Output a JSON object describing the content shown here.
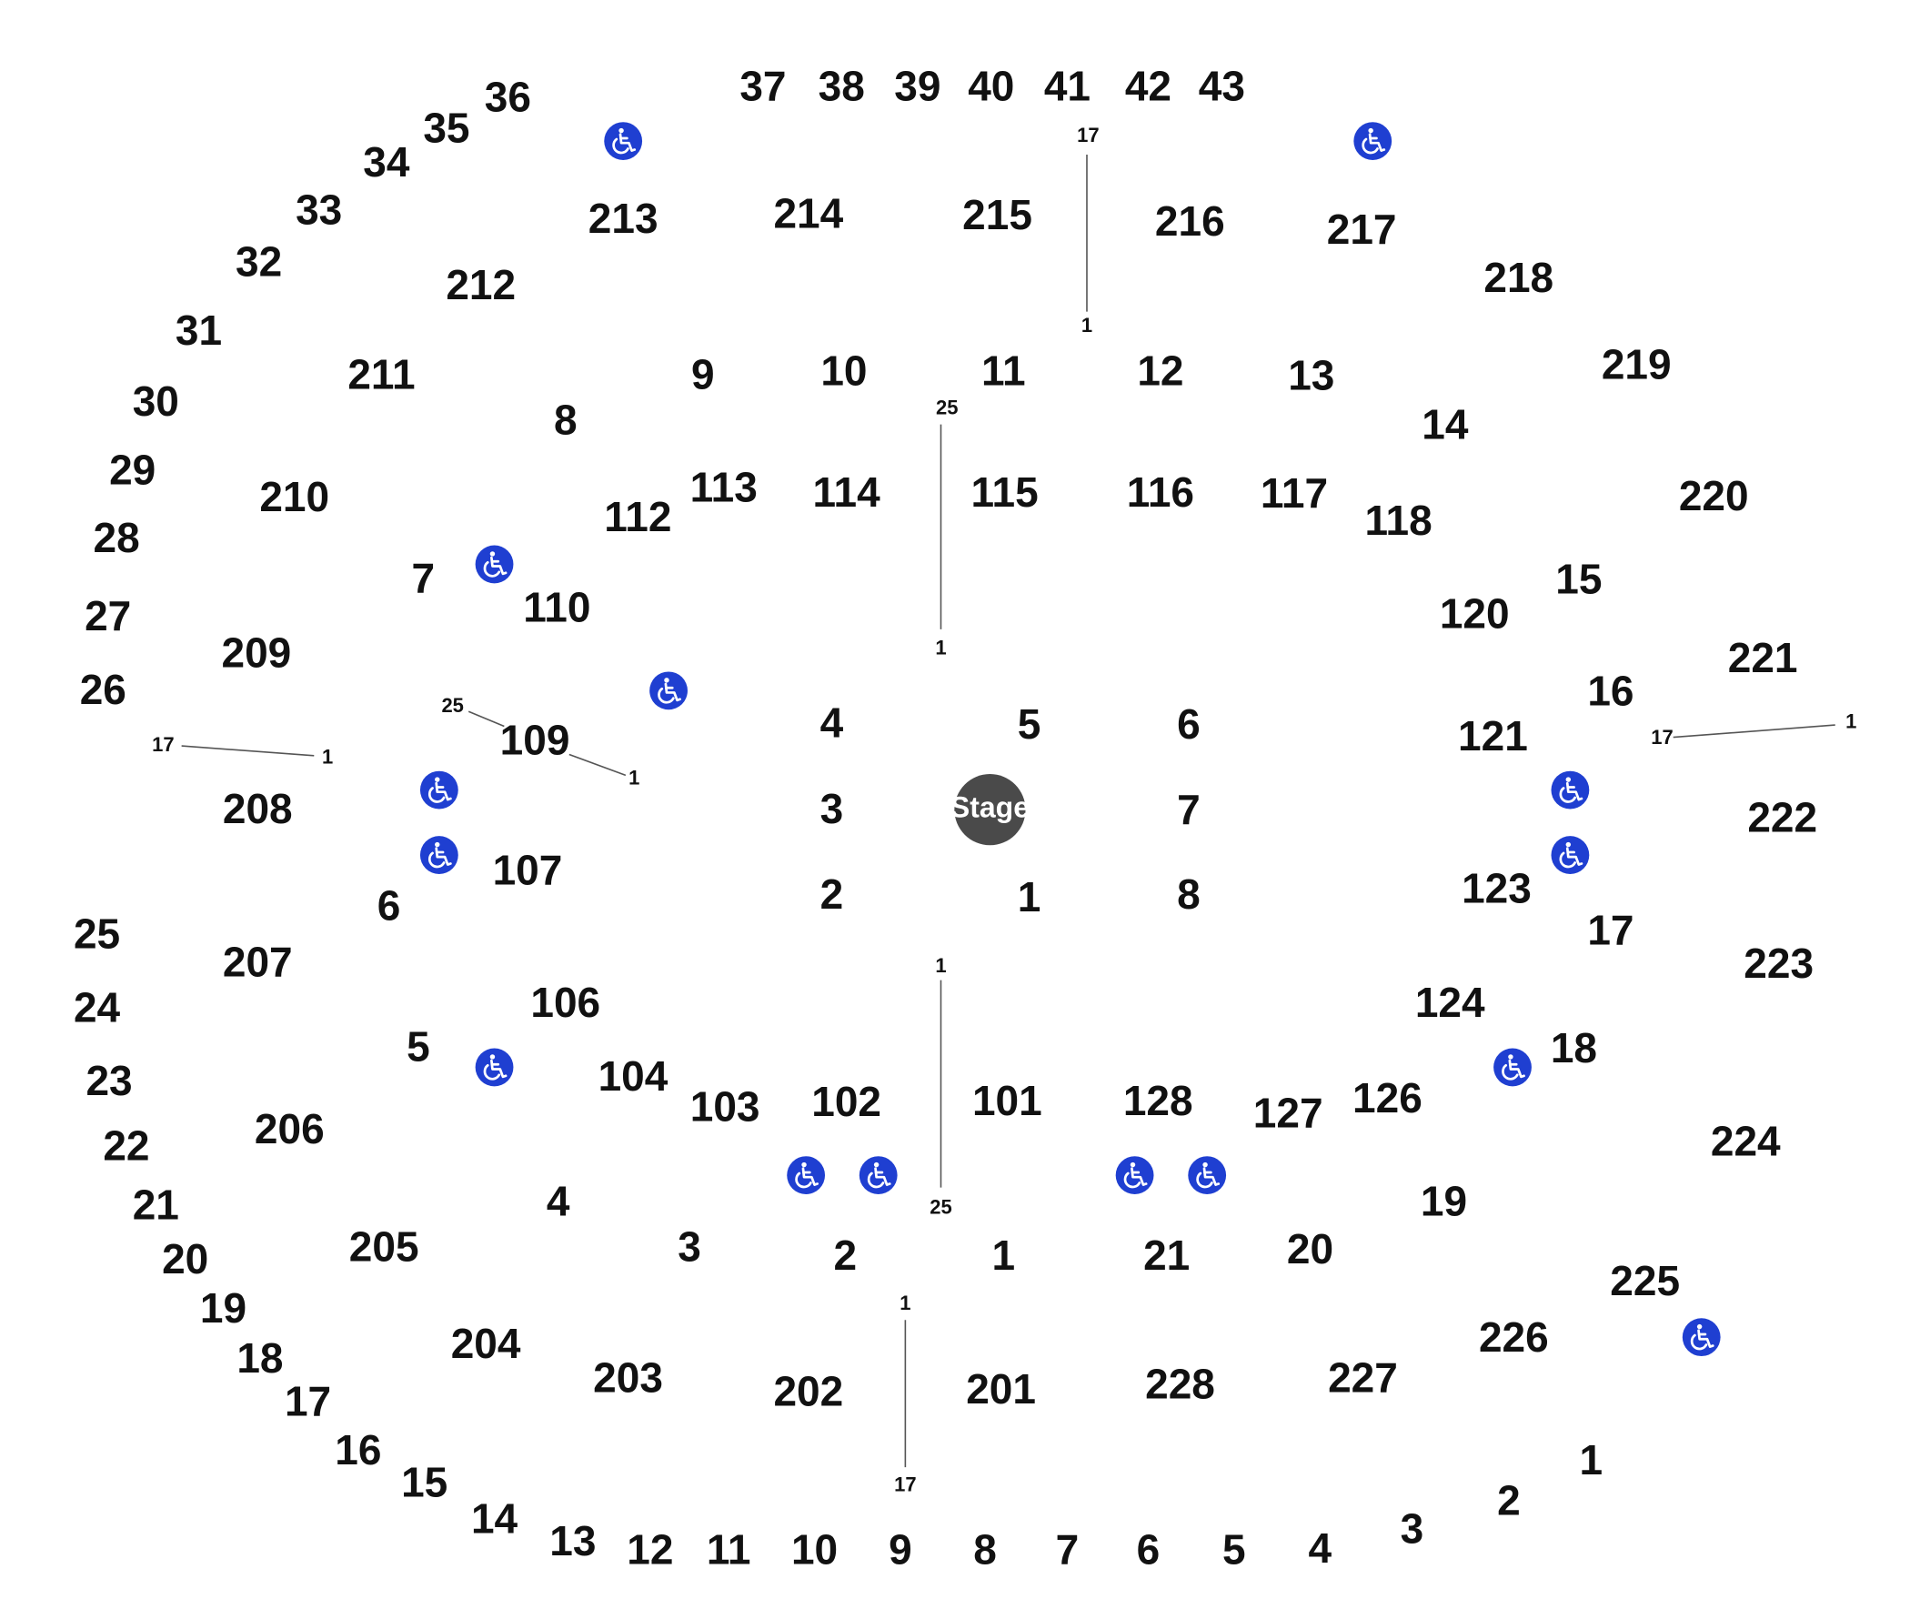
{
  "stage": {
    "label": "Stage",
    "color": "#4a4a4a"
  },
  "colors": {
    "accessible": "#1f3fd1",
    "text": "#111111"
  },
  "accessible_icon": "wheelchair-icon",
  "sections": {
    "floor": [
      "1",
      "2",
      "3",
      "4",
      "5",
      "6",
      "7",
      "8"
    ],
    "level_100": [
      "101",
      "102",
      "103",
      "104",
      "106",
      "107",
      "109",
      "110",
      "112",
      "113",
      "114",
      "115",
      "116",
      "117",
      "118",
      "120",
      "121",
      "123",
      "124",
      "126",
      "127",
      "128"
    ],
    "level_200": [
      "201",
      "202",
      "203",
      "204",
      "205",
      "206",
      "207",
      "208",
      "209",
      "210",
      "211",
      "212",
      "213",
      "214",
      "215",
      "216",
      "217",
      "218",
      "219",
      "220",
      "221",
      "222",
      "223",
      "224",
      "225",
      "226",
      "227",
      "228"
    ]
  },
  "entrances": {
    "inner": [
      "1",
      "2",
      "3",
      "4",
      "5",
      "6",
      "7",
      "8",
      "9",
      "10",
      "11",
      "12",
      "13",
      "14",
      "15",
      "16",
      "17",
      "18",
      "19",
      "20",
      "21"
    ],
    "outer": [
      "1",
      "2",
      "3",
      "4",
      "5",
      "6",
      "7",
      "8",
      "9",
      "10",
      "11",
      "12",
      "13",
      "14",
      "15",
      "16",
      "17",
      "18",
      "19",
      "20",
      "21",
      "22",
      "23",
      "24",
      "25",
      "26",
      "27",
      "28",
      "29",
      "30",
      "31",
      "32",
      "33",
      "34",
      "35",
      "36",
      "37",
      "38",
      "39",
      "40",
      "41",
      "42",
      "43"
    ]
  },
  "row_guides": [
    {
      "id": "top-center",
      "start": "17",
      "end": "1"
    },
    {
      "id": "upper-center",
      "start": "25",
      "end": "1"
    },
    {
      "id": "lower-center",
      "start": "1",
      "end": "25"
    },
    {
      "id": "bottom-center",
      "start": "1",
      "end": "17"
    },
    {
      "id": "left-outer",
      "start": "17",
      "end": "1"
    },
    {
      "id": "left-inner",
      "start": "25",
      "end": "1"
    },
    {
      "id": "right-outer",
      "start": "1",
      "end": "17"
    }
  ]
}
